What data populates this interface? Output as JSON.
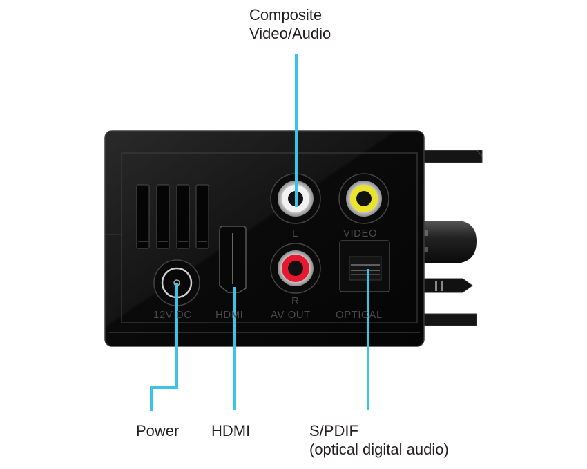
{
  "title_label": {
    "line1": "Composite",
    "line2": "Video/Audio"
  },
  "callouts": {
    "power": "Power",
    "hdmi": "HDMI",
    "spdif_line1": "S/PDIF",
    "spdif_line2": "(optical digital audio)"
  },
  "panel_labels": {
    "dc": "12V DC",
    "hdmi": "HDMI",
    "left": "L",
    "right": "R",
    "av_out": "AV OUT",
    "video": "VIDEO",
    "optical": "OPTICAL"
  },
  "colors": {
    "callout_line": "#3ec3e8",
    "device_body": "#0d0d0d",
    "jack_white": "#f2f2f2",
    "jack_yellow": "#ece42a",
    "jack_red": "#e8182f",
    "panel_text": "#4a4a4a"
  }
}
